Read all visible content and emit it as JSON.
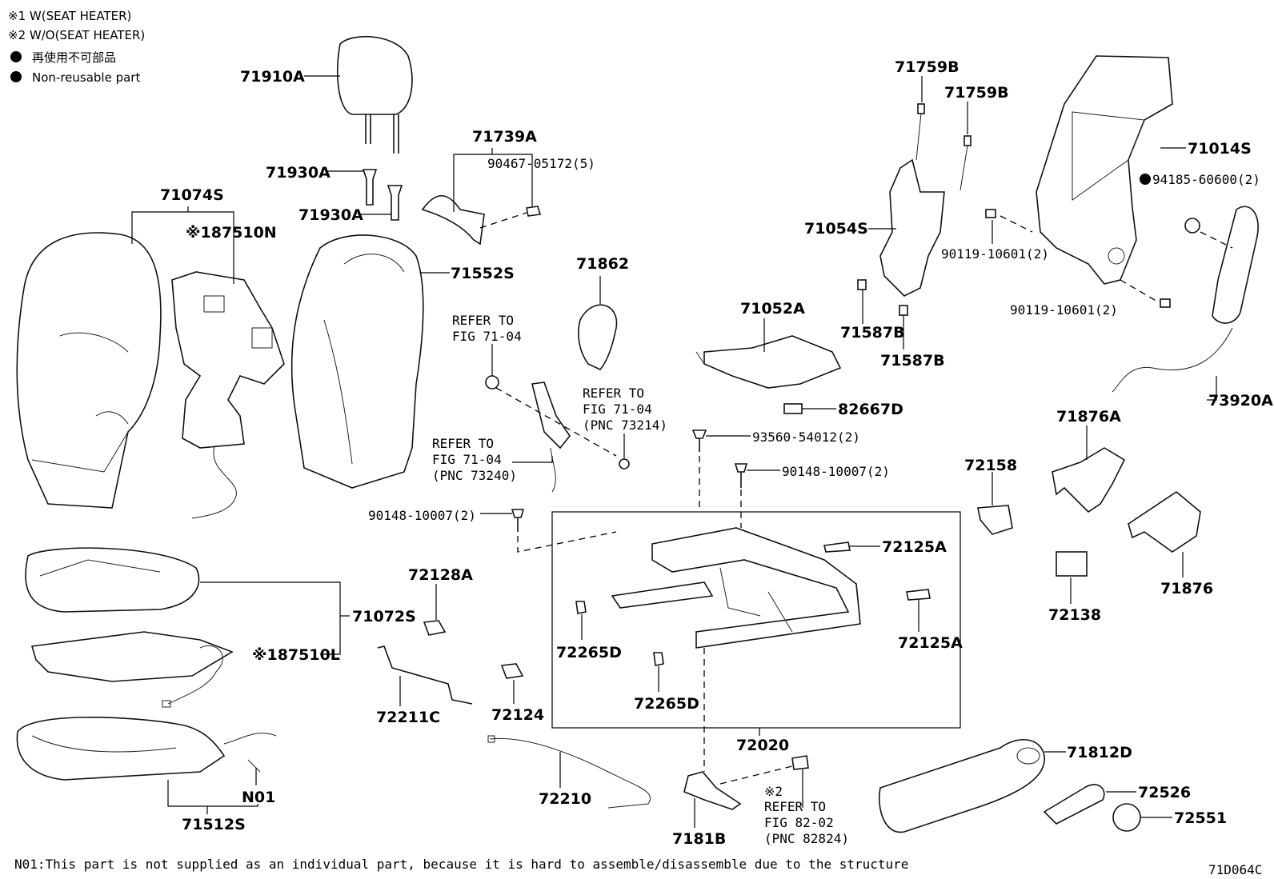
{
  "legend": {
    "line1": "※1 W(SEAT HEATER)",
    "line2": "※2 W/O(SEAT HEATER)",
    "line3": "再使用不可部品",
    "line4": "Non-reusable part"
  },
  "labels": {
    "p71910A": "71910A",
    "p71930A_1": "71930A",
    "p71930A_2": "71930A",
    "p71739A": "71739A",
    "p90467": "90467-05172(5)",
    "p71074S": "71074S",
    "p87510N": "※187510N",
    "p71552S": "71552S",
    "p71862": "71862",
    "p71759B_1": "71759B",
    "p71759B_2": "71759B",
    "p71054S": "71054S",
    "p71014S": "71014S",
    "p94185": "94185-60600(2)",
    "p90119_1": "90119-10601(2)",
    "p90119_2": "90119-10601(2)",
    "p71587B_1": "71587B",
    "p71587B_2": "71587B",
    "p71052A": "71052A",
    "p82667D": "82667D",
    "p73920A": "73920A",
    "p93560": "93560-54012(2)",
    "p90148_1": "90148-10007(2)",
    "p90148_2": "90148-10007(2)",
    "p72158": "72158",
    "p71876A": "71876A",
    "p72125A_1": "72125A",
    "p72125A_2": "72125A",
    "p72128A": "72128A",
    "p71072S": "71072S",
    "p87510L": "※187510L",
    "p72265D_1": "72265D",
    "p72265D_2": "72265D",
    "p72138": "72138",
    "p71876": "71876",
    "p72211C": "72211C",
    "p72124": "72124",
    "p72020": "72020",
    "p71812D": "71812D",
    "p72526": "72526",
    "p72551": "72551",
    "pN01": "N01",
    "p71512S": "71512S",
    "p72210": "72210",
    "p7181B": "7181B"
  },
  "refs": {
    "r1_a": "REFER TO",
    "r1_b": "FIG 71-04",
    "r2_a": "REFER TO",
    "r2_b": "FIG 71-04",
    "r2_c": "(PNC 73214)",
    "r3_a": "REFER TO",
    "r3_b": "FIG 71-04",
    "r3_c": "(PNC 73240)",
    "r4_mark": "※2",
    "r4_a": "REFER TO",
    "r4_b": "FIG 82-02",
    "r4_c": "(PNC 82824)"
  },
  "footer": {
    "note": "N01:This part is not supplied as an individual part, because it is hard to assemble/disassemble due to the structure",
    "fig_id": "71D064C"
  }
}
